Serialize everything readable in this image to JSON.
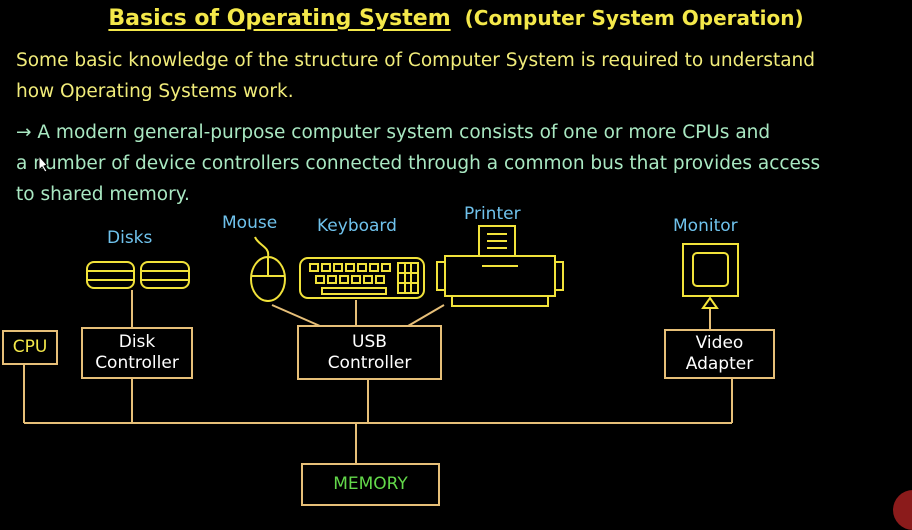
{
  "title": {
    "main": "Basics of Operating System",
    "subtitle": "(Computer System Operation)"
  },
  "intro": {
    "line1": "Some basic knowledge of the structure of Computer System is required to understand",
    "line2": "how Operating Systems work."
  },
  "body": {
    "line1": "→ A modern general-purpose computer system consists of one or more CPUs and",
    "line2": "a number of device controllers connected through a common bus that provides access",
    "line3": "to shared memory."
  },
  "diagram": {
    "labels": {
      "disks": "Disks",
      "mouse": "Mouse",
      "keyboard": "Keyboard",
      "printer": "Printer",
      "monitor": "Monitor"
    },
    "boxes": {
      "cpu": "CPU",
      "disk_controller_1": "Disk",
      "disk_controller_2": "Controller",
      "usb_controller_1": "USB",
      "usb_controller_2": "Controller",
      "video_adapter_1": "Video",
      "video_adapter_2": "Adapter",
      "memory": "MEMORY"
    },
    "icons": [
      "disk-icon",
      "mouse-icon",
      "keyboard-icon",
      "printer-icon",
      "monitor-icon"
    ]
  },
  "colors": {
    "background": "#000000",
    "title": "#f4e84a",
    "intro_text": "#f1ec7a",
    "body_text": "#a9e8c2",
    "device_label": "#6fc2ec",
    "box_border": "#e6bf78",
    "device_drawing": "#f1e23a",
    "memory_text": "#63d94a"
  }
}
